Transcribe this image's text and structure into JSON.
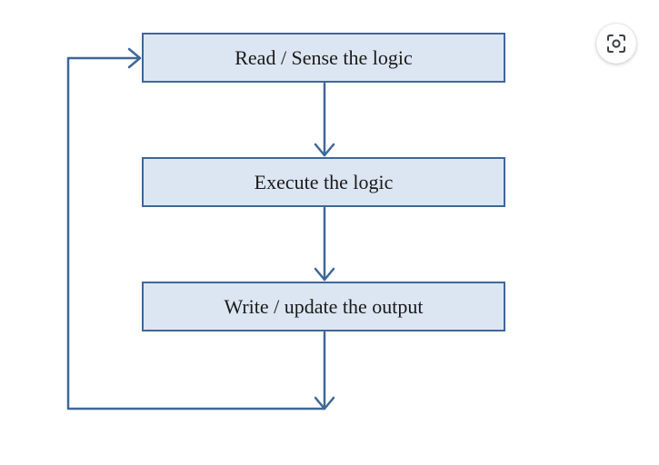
{
  "diagram": {
    "steps": [
      {
        "id": "read",
        "label": "Read / Sense the logic"
      },
      {
        "id": "execute",
        "label": "Execute the logic"
      },
      {
        "id": "write",
        "label": "Write / update the output"
      }
    ],
    "colors": {
      "box_fill": "#dce6f2",
      "box_border": "#3f6797",
      "arrow": "#3f6797"
    }
  },
  "overlay": {
    "lens_button_icon": "image-search-lens-icon"
  }
}
